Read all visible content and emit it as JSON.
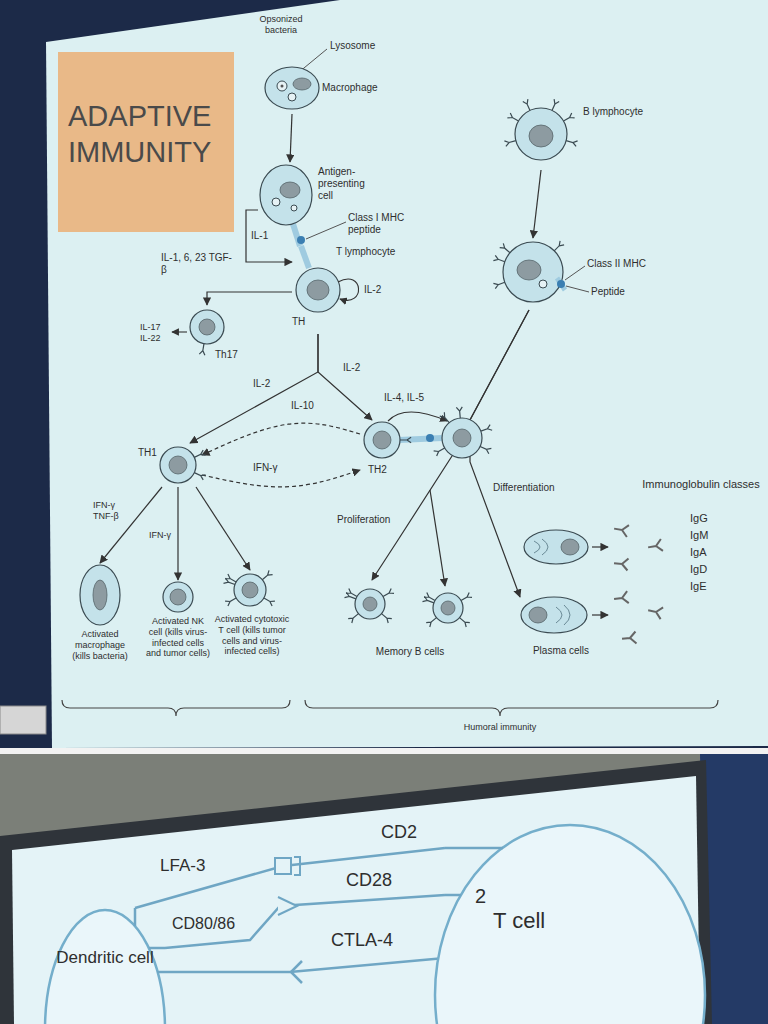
{
  "diagram": {
    "title": "ADAPTIVE IMMUNITY",
    "nodes": [
      {
        "text": [
          "Macrophage"
        ]
      },
      {
        "text": [
          "Antigen-presenting cell"
        ]
      },
      {
        "text": [
          "T lymphocyte",
          "TH"
        ]
      },
      {
        "text": [
          "Th17"
        ]
      },
      {
        "text": [
          "TH1"
        ]
      },
      {
        "text": [
          "TH2"
        ]
      },
      {
        "text": [
          "Activated macrophage (kills bacteria)"
        ]
      },
      {
        "text": [
          "Activated NK cell (kills virus-infected cells and tumor cells)"
        ]
      },
      {
        "text": [
          "Activated cytotoxic T cell (kills tumor cells and virus-infected cells)"
        ]
      },
      {
        "text": [
          "B lymphocyte"
        ]
      },
      {
        "text": [
          "Class II MHC",
          "Peptide"
        ]
      },
      {
        "text": [
          "Memory B cells"
        ]
      },
      {
        "text": [
          "Plasma cells"
        ]
      },
      {
        "text": [
          "Dendritic cell"
        ]
      },
      {
        "text": [
          "2",
          "T cell"
        ]
      }
    ],
    "edges": [
      {
        "from": 0,
        "to": 1,
        "arrow": "to"
      },
      {
        "from": 1,
        "to": 2,
        "label": "IL-1",
        "arrow": "to"
      },
      {
        "from": 2,
        "to": 3,
        "label": "IL-1, 6, 23 TGF-β",
        "arrow": "to"
      },
      {
        "from": 2,
        "to": 4,
        "label": "IL-2",
        "arrow": "to"
      },
      {
        "from": 2,
        "to": 5,
        "label": "IL-2",
        "arrow": "to"
      },
      {
        "from": 5,
        "to": 4,
        "label": "IL-10",
        "arrow": "to"
      },
      {
        "from": 4,
        "to": 5,
        "label": "IFN-γ",
        "arrow": "to"
      },
      {
        "from": 4,
        "to": 6,
        "label": "IFN-γ TNF-β",
        "arrow": "to"
      },
      {
        "from": 4,
        "to": 7,
        "label": "IFN-γ",
        "arrow": "to"
      },
      {
        "from": 4,
        "to": 8,
        "arrow": "to"
      },
      {
        "from": 9,
        "to": 10,
        "arrow": "to"
      },
      {
        "from": 10,
        "to": 11,
        "label": "Proliferation",
        "arrow": "to"
      },
      {
        "from": 10,
        "to": 12,
        "label": "Differentiation",
        "arrow": "to"
      },
      {
        "from": 13,
        "to": 14,
        "label": "CD2",
        "arrow": "none"
      },
      {
        "from": 13,
        "to": 14,
        "label": "CD28",
        "arrow": "none"
      },
      {
        "from": 13,
        "to": 14,
        "label": "CTLA-4",
        "arrow": "none"
      }
    ],
    "labels": [
      "Opsonized bacteria",
      "Lysosome",
      "Class I MHC peptide",
      "IL-2",
      "IL-17 IL-22",
      "IL-4, IL-5",
      "Immunoglobulin classes",
      "IgG",
      "IgM",
      "IgA",
      "IgD",
      "IgE",
      "Humoral immunity",
      "LFA-3",
      "CD80/86"
    ]
  }
}
